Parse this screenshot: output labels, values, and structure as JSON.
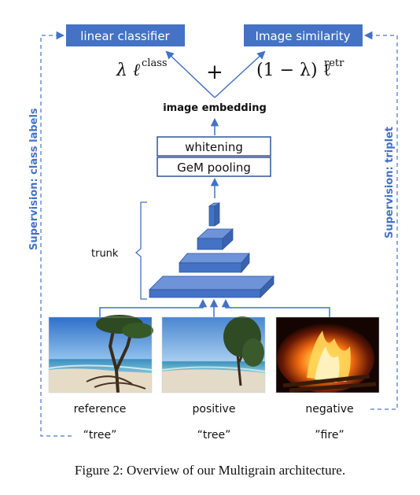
{
  "diagram": {
    "heads": {
      "classifier": "linear classifier",
      "similarity": "Image similarity"
    },
    "loss": {
      "class_term": "λ ℓ",
      "class_sup": "class",
      "plus": "+",
      "retr_term": "(1 − λ) ℓ",
      "retr_sup": "retr"
    },
    "embedding_label": "image embedding",
    "whitening": "whitening",
    "pooling": "GeM pooling",
    "trunk_label": "trunk",
    "supervision_left": "Supervision: class labels",
    "supervision_right": "Supervision: triplet",
    "images": [
      {
        "role": "reference",
        "label": "“tree”"
      },
      {
        "role": "positive",
        "label": "“tree”"
      },
      {
        "role": "negative",
        "label": "”fire”"
      }
    ],
    "caption": "Figure 2:  Overview of our Multigrain architecture."
  },
  "colors": {
    "accent": "#4472c4",
    "accent_dark": "#2f5597",
    "text": "#111111",
    "dashed": "#6b8fd1"
  }
}
